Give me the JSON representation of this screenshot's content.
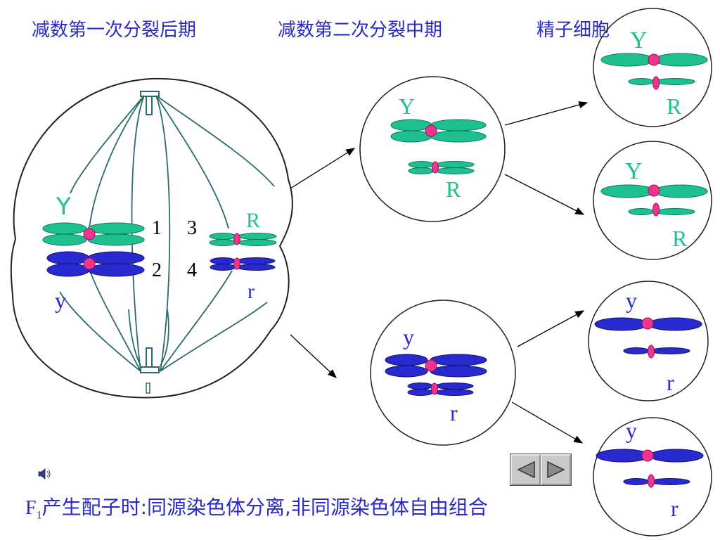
{
  "stages": {
    "meiosis1_anaphase": "减数第一次分裂后期",
    "meiosis2_metaphase": "减数第二次分裂中期",
    "sperm_cell": "精子细胞"
  },
  "labels": {
    "Y": "Y",
    "y": "y",
    "R": "R",
    "r": "r",
    "n1": "1",
    "n2": "2",
    "n3": "3",
    "n4": "4"
  },
  "caption": {
    "f": "F",
    "sub": "1",
    "text": "产生配子时:同源染色体分离,非同源染色体自由组合"
  },
  "icons": {
    "speaker": "speaker-icon",
    "prev": "triangle-left-icon",
    "next": "triangle-right-icon"
  },
  "colors": {
    "green": "#1fc08f",
    "blue": "#2929d0",
    "centromere": "#f0358e",
    "text_blue": "#2a2acb",
    "spindle": "#2c6b6b"
  }
}
